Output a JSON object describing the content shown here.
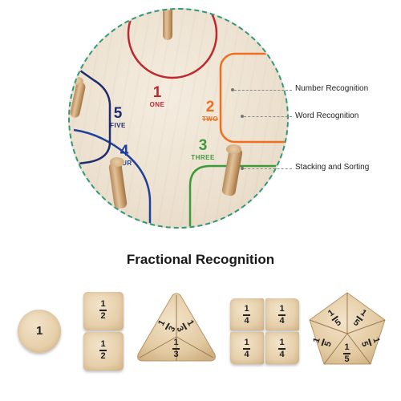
{
  "closeup": {
    "numbers": [
      {
        "digit": "1",
        "word": "ONE",
        "color": "#c0282e"
      },
      {
        "digit": "2",
        "word": "TWO",
        "color": "#ee6f1f"
      },
      {
        "digit": "3",
        "word": "THREE",
        "color": "#3f9a3a"
      },
      {
        "digit": "4",
        "word": "OUR",
        "color": "#1f3f9a"
      },
      {
        "digit": "5",
        "word": "FIVE",
        "color": "#1f2d6e"
      }
    ]
  },
  "callouts": {
    "number_recognition": "Number Recognition",
    "word_recognition": "Word Recognition",
    "stacking_sorting": "Stacking and Sorting"
  },
  "fractions": {
    "title": "Fractional Recognition",
    "whole": "1",
    "one": "1",
    "half": "2",
    "third": "3",
    "quarter": "4",
    "fifth": "5"
  }
}
